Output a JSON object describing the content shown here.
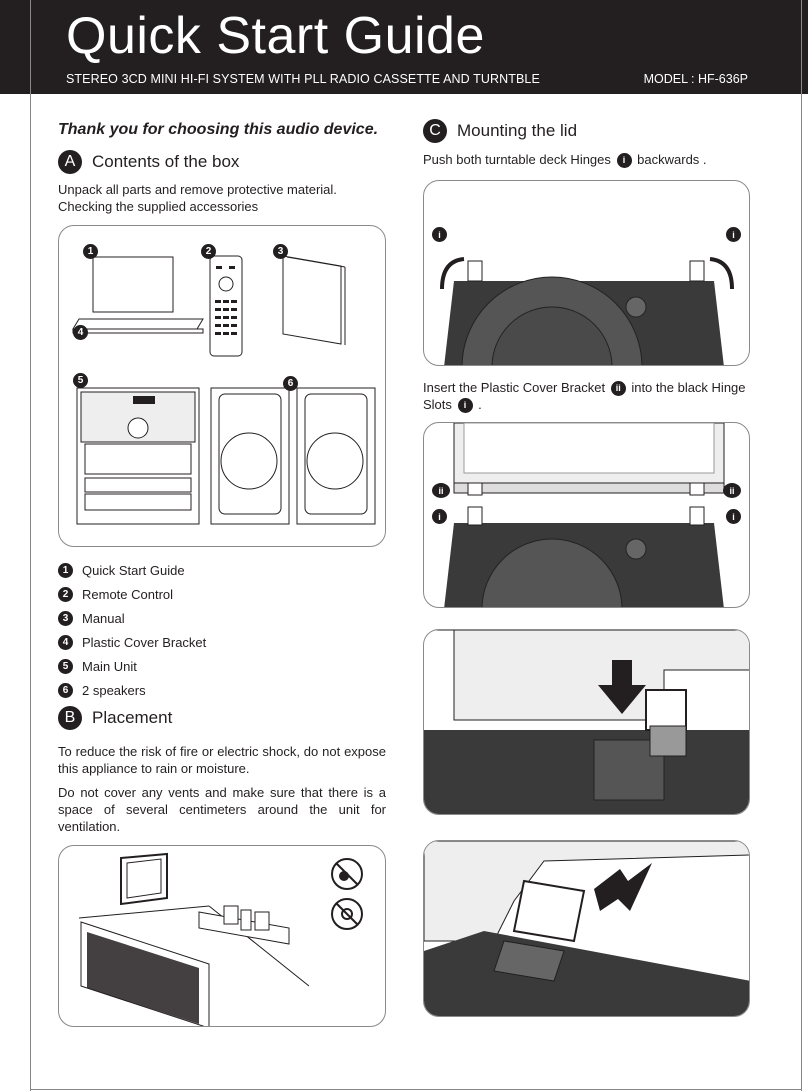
{
  "header": {
    "title": "Quick Start Guide",
    "subtitle": "STEREO 3CD MINI HI-FI SYSTEM WITH PLL RADIO CASSETTE AND TURNTBLE",
    "model": "MODEL : HF-636P"
  },
  "intro": {
    "thanks": "Thank you for choosing this audio device."
  },
  "section_a": {
    "letter": "A",
    "title": "Contents of the box",
    "text_line1": "Unpack all parts and remove protective material.",
    "text_line2": "Checking the supplied accessories",
    "figure_numbers": [
      "1",
      "2",
      "3",
      "4",
      "5",
      "6"
    ],
    "items": [
      {
        "num": "1",
        "label": "Quick Start Guide"
      },
      {
        "num": "2",
        "label": "Remote Control"
      },
      {
        "num": "3",
        "label": "Manual"
      },
      {
        "num": "4",
        "label": "Plastic Cover Bracket"
      },
      {
        "num": "5",
        "label": "Main Unit"
      },
      {
        "num": "6",
        "label": "2 speakers"
      }
    ]
  },
  "section_b": {
    "letter": "B",
    "title": "Placement",
    "para1": "To reduce the risk of fire or electric shock, do not expose this appliance to rain or moisture.",
    "para2": "Do not cover any vents and make sure that there is a space of several centimeters around the unit for ventilation."
  },
  "section_c": {
    "letter": "C",
    "title": "Mounting the lid",
    "step1_prefix": "Push both turntable deck Hinges",
    "step1_suffix": "backwards .",
    "step2_prefix": "Insert the Plastic Cover Bracket",
    "step2_middle": "into the black Hinge",
    "step2_line2_prefix": "Slots",
    "step2_line2_suffix": ".",
    "marker_i": "i",
    "marker_ii": "ii"
  }
}
